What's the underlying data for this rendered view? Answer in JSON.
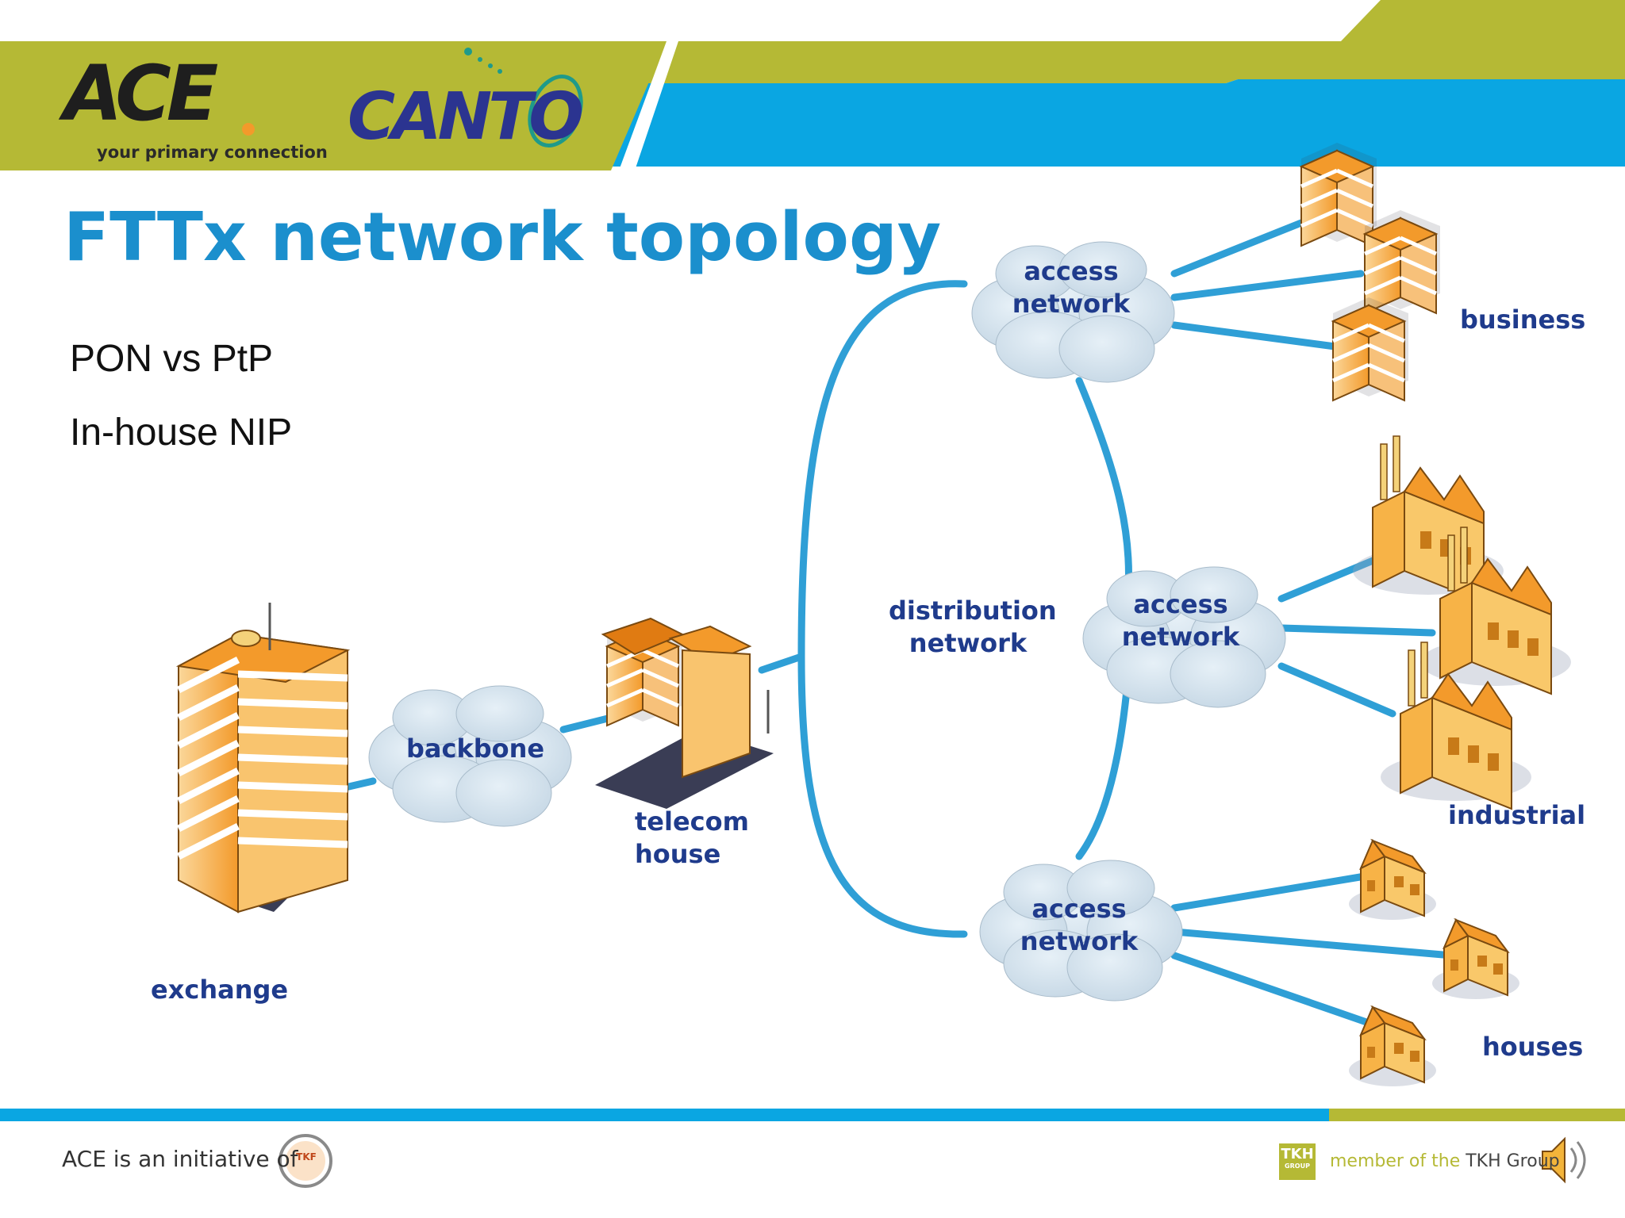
{
  "header": {
    "logo_ace_text": "ACE",
    "logo_ace_tagline": "your primary connection",
    "logo_canto_text": "CANTO"
  },
  "slide": {
    "title": "FTTx network topology",
    "bullets": [
      "PON vs PtP",
      "In-house NIP"
    ]
  },
  "diagram": {
    "exchange": "exchange",
    "backbone": "backbone",
    "telecom_house": [
      "telecom",
      "house"
    ],
    "distribution_network": [
      "distribution",
      "network"
    ],
    "access_network_top": [
      "access",
      "network"
    ],
    "access_network_mid": [
      "access",
      "network"
    ],
    "access_network_bottom": [
      "access",
      "network"
    ],
    "business": "business",
    "industrial": "industrial",
    "houses": "houses"
  },
  "footer": {
    "initiative_text": "ACE is an initiative of",
    "tkf_logo_text": "TKF",
    "tkh_logo_text": "TKH",
    "tkh_logo_sub": "GROUP",
    "member_prefix": "member of the ",
    "member_group": "TKH Group"
  },
  "colors": {
    "title_blue": "#1b8fcd",
    "label_navy": "#1f3b8c",
    "header_olive": "#b5b935",
    "header_blue": "#0aa6e2",
    "cable_blue": "#2f9fd6",
    "cloud_fill": "#cfdfea",
    "building_orange": "#f39a2b"
  }
}
